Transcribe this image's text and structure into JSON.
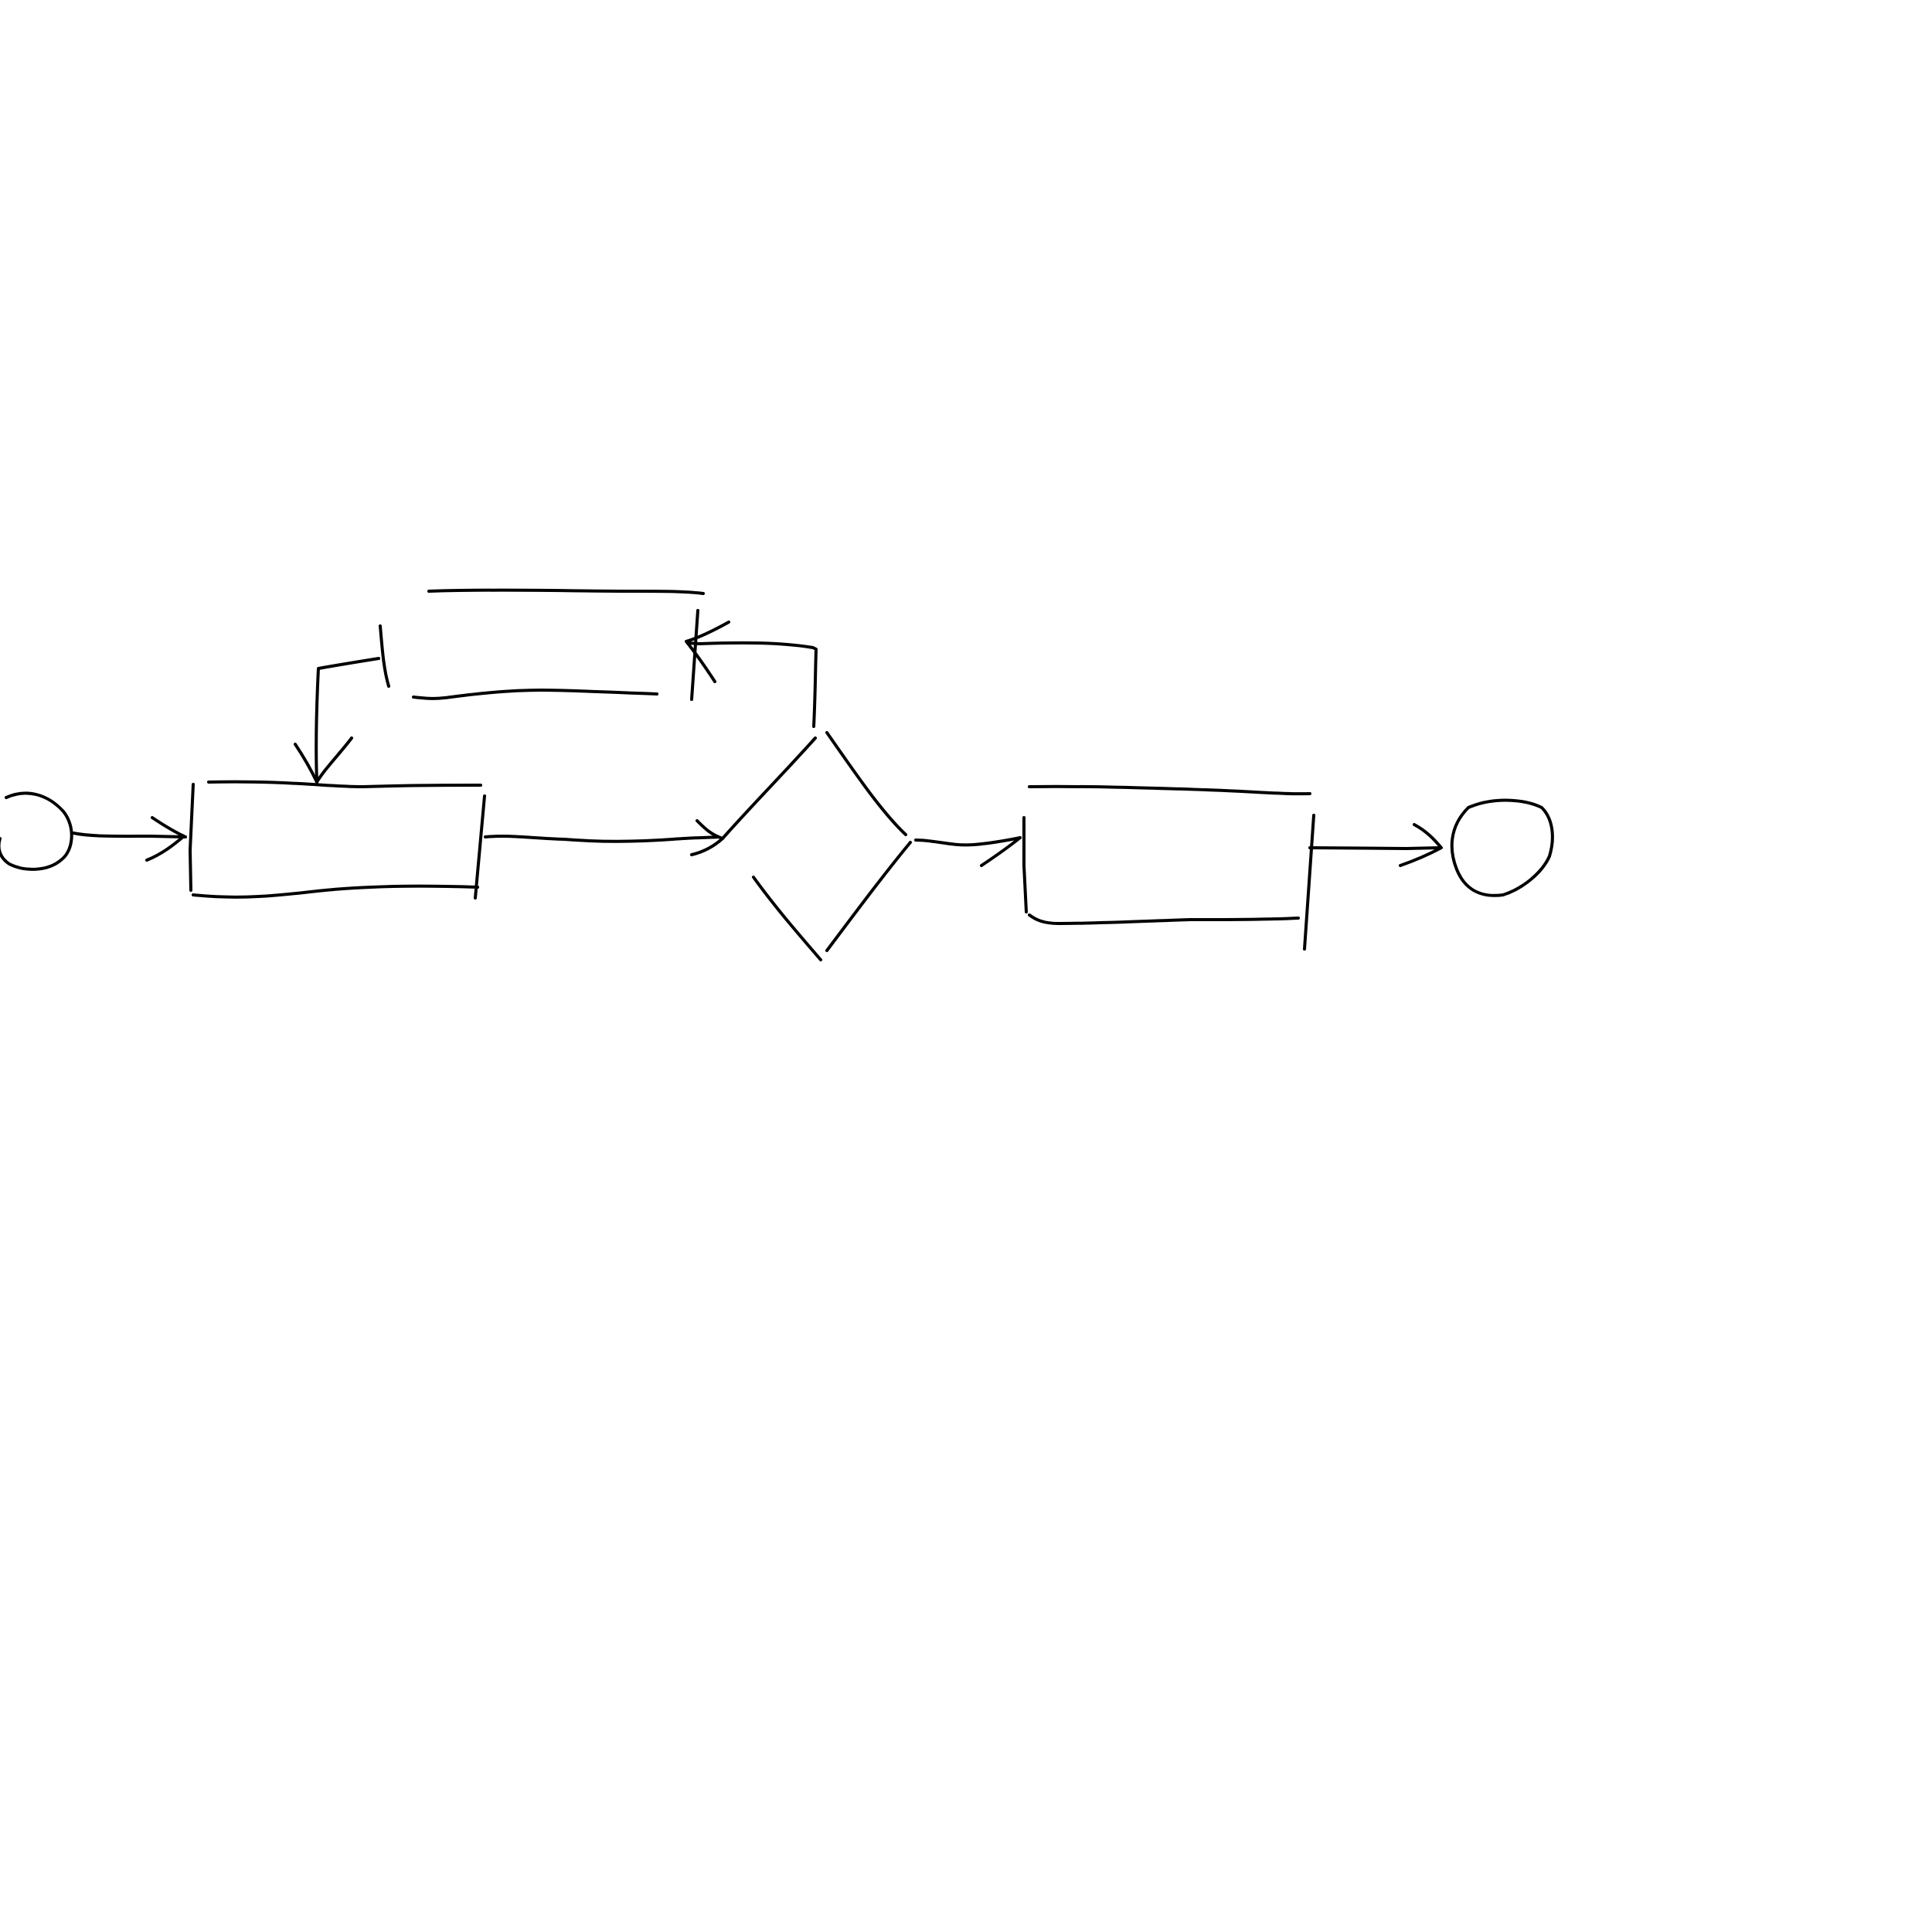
{
  "diagram": {
    "style": "hand-drawn sketch",
    "stroke_color": "#000000",
    "background_color": "#ffffff",
    "labels": [],
    "nodes": [
      {
        "id": "start",
        "shape": "circle",
        "role": "start"
      },
      {
        "id": "process-1",
        "shape": "rectangle"
      },
      {
        "id": "loop-box",
        "shape": "rectangle"
      },
      {
        "id": "decision",
        "shape": "diamond"
      },
      {
        "id": "process-2",
        "shape": "rectangle"
      },
      {
        "id": "end",
        "shape": "circle",
        "role": "end"
      }
    ],
    "edges": [
      {
        "from": "start",
        "to": "process-1"
      },
      {
        "from": "process-1",
        "to": "decision"
      },
      {
        "from": "decision",
        "to": "loop-box"
      },
      {
        "from": "loop-box",
        "to": "process-1"
      },
      {
        "from": "decision",
        "to": "process-2"
      },
      {
        "from": "process-2",
        "to": "end"
      }
    ]
  }
}
